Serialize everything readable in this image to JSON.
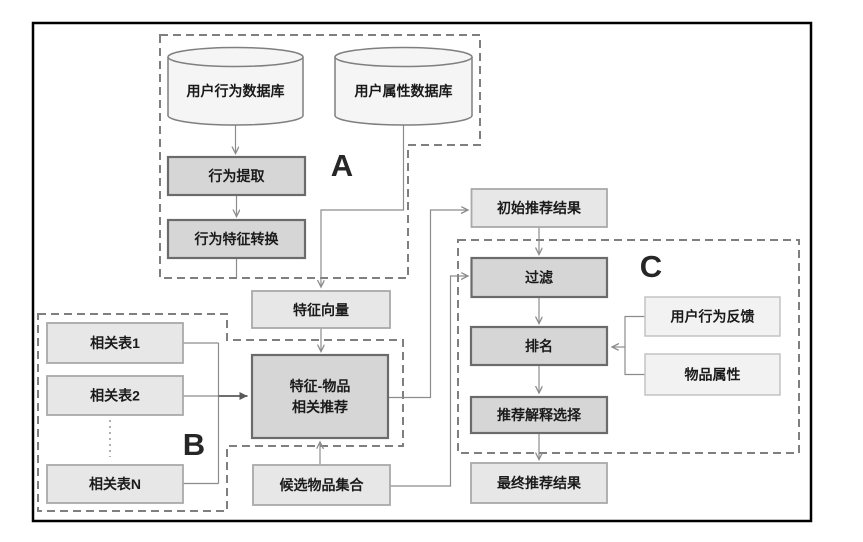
{
  "groups": {
    "a": "A",
    "b": "B",
    "c": "C"
  },
  "nodes": {
    "user_behavior_db": "用户行为数据库",
    "user_attribute_db": "用户属性数据库",
    "behavior_extract": "行为提取",
    "behavior_feature_convert": "行为特征转换",
    "feature_vector": "特征向量",
    "related_table_1": "相关表1",
    "related_table_2": "相关表2",
    "related_table_n": "相关表N",
    "feature_item_recommend_line1": "特征-物品",
    "feature_item_recommend_line2": "相关推荐",
    "candidate_item_set": "候选物品集合",
    "initial_recommend_result": "初始推荐结果",
    "filter": "过滤",
    "ranking": "排名",
    "user_behavior_feedback": "用户行为反馈",
    "item_attribute": "物品属性",
    "recommend_explain_select": "推荐解释选择",
    "final_recommend_result": "最终推荐结果"
  },
  "colors": {
    "frame_border": "#000000",
    "dashed_outline": "#7f7f7f",
    "connector": "#8c8c8c",
    "process_box_fill": "#d6d6d6",
    "result_box_fill": "#e7e7e7",
    "input_box_fill": "#f2f2f2",
    "cylinder_fill": "#f5f5f5",
    "text": "#1a1a1a"
  }
}
